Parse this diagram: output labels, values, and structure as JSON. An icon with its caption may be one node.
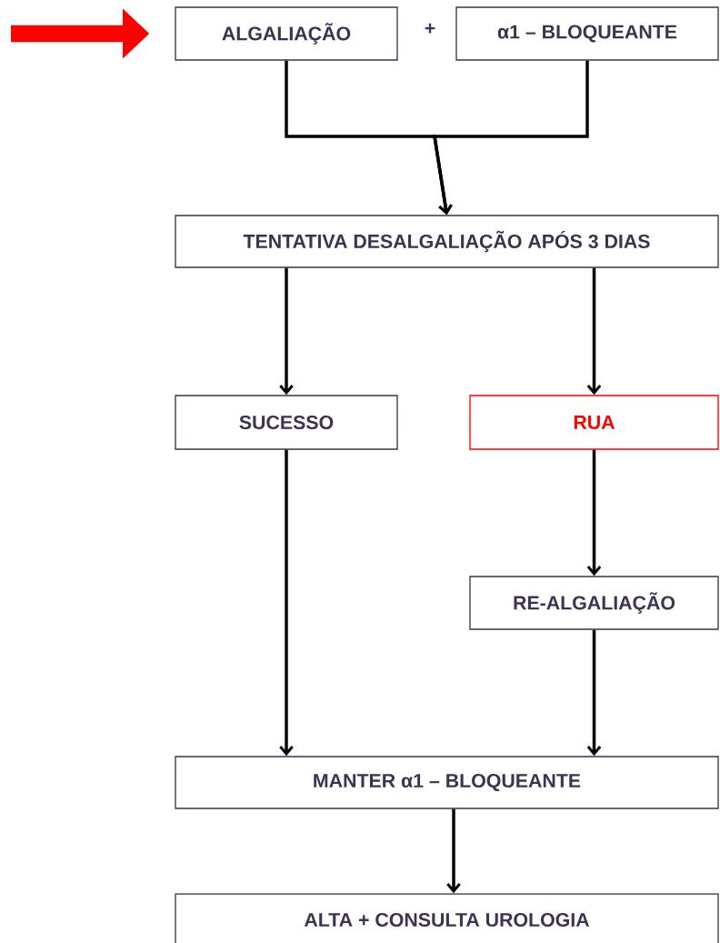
{
  "diagram": {
    "nodes": [
      {
        "text": [
          "ALGALIAÇÃO"
        ]
      },
      {
        "text": [
          "α1 – BLOQUEANTE"
        ]
      },
      {
        "text": [
          "TENTATIVA DESALGALIAÇÃO APÓS 3 DIAS"
        ]
      },
      {
        "text": [
          "SUCESSO"
        ]
      },
      {
        "text": [
          "RUA"
        ]
      },
      {
        "text": [
          "RE-ALGALIAÇÃO"
        ]
      },
      {
        "text": [
          "MANTER  α1 – BLOQUEANTE"
        ]
      },
      {
        "text": [
          "ALTA + CONSULTA UROLOGIA"
        ]
      }
    ],
    "edges": [
      {
        "from": null,
        "to": 0,
        "arrow": "to",
        "style": "thick",
        "color": "#ff0000"
      },
      {
        "from": 0,
        "to": 2,
        "arrow": "to"
      },
      {
        "from": 1,
        "to": 2,
        "arrow": "to"
      },
      {
        "from": 2,
        "to": 3,
        "arrow": "to"
      },
      {
        "from": 2,
        "to": 4,
        "arrow": "to"
      },
      {
        "from": 3,
        "to": 6,
        "arrow": "to"
      },
      {
        "from": 4,
        "to": 5,
        "arrow": "to"
      },
      {
        "from": 5,
        "to": 6,
        "arrow": "to"
      },
      {
        "from": 6,
        "to": 7,
        "arrow": "to"
      }
    ],
    "labels": [
      "+"
    ]
  }
}
